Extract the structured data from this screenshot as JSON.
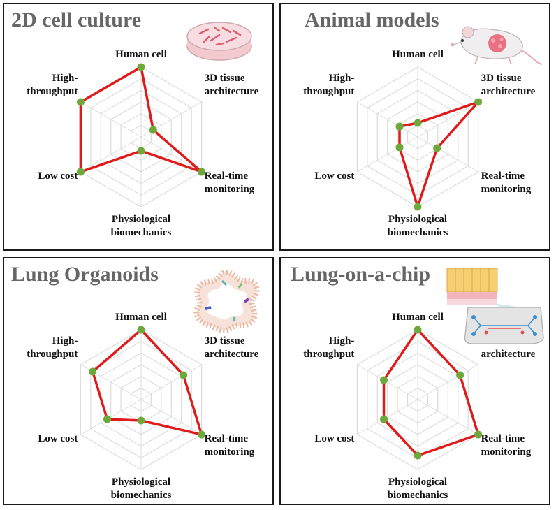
{
  "axes": [
    "Human cell",
    "3D tissue architecture",
    "Real-time monitoring",
    "Physiological biomechanics",
    "Low cost",
    "High-throughput"
  ],
  "axis_label_lines": [
    [
      "Human cell"
    ],
    [
      "3D tissue",
      "architecture"
    ],
    [
      "Real-time",
      "monitoring"
    ],
    [
      "Physiological",
      "biomechanics"
    ],
    [
      "Low cost"
    ],
    [
      "High-",
      "throughput"
    ]
  ],
  "colors": {
    "line": "#e01b1b",
    "marker": "#6fa83a",
    "grid": "#dcdcdc",
    "border": "#1a1a1a",
    "title": "#666666"
  },
  "icons": [
    "petri-dish-icon",
    "mouse-icon",
    "organoid-icon",
    "microfluidic-chip-icon"
  ],
  "chart_data": [
    {
      "type": "radar",
      "title": "2D cell culture",
      "categories": [
        "Human cell",
        "3D tissue architecture",
        "Real-time monitoring",
        "Physiological biomechanics",
        "Low cost",
        "High-throughput"
      ],
      "values": [
        5,
        1,
        5,
        1,
        5,
        5
      ],
      "rmax": 5,
      "grid_levels": 6
    },
    {
      "type": "radar",
      "title": "Animal models",
      "categories": [
        "Human cell",
        "3D tissue architecture",
        "Real-time monitoring",
        "Physiological biomechanics",
        "Low cost",
        "High-throughput"
      ],
      "values": [
        1,
        5,
        1.6,
        5,
        1.5,
        1.5
      ],
      "rmax": 5,
      "grid_levels": 6
    },
    {
      "type": "radar",
      "title": "Lung Organoids",
      "categories": [
        "Human cell",
        "3D tissue architecture",
        "Real-time monitoring",
        "Physiological biomechanics",
        "Low cost",
        "High-throughput"
      ],
      "values": [
        5,
        3.5,
        5,
        1.5,
        2.8,
        4
      ],
      "rmax": 5,
      "grid_levels": 6
    },
    {
      "type": "radar",
      "title": "Lung-on-a-chip",
      "categories": [
        "Human cell",
        "3D tissue architecture",
        "Real-time monitoring",
        "Physiological biomechanics",
        "Low cost",
        "High-throughput"
      ],
      "values": [
        5,
        3.5,
        5,
        4,
        2.8,
        2.8
      ],
      "rmax": 5,
      "grid_levels": 6
    }
  ]
}
